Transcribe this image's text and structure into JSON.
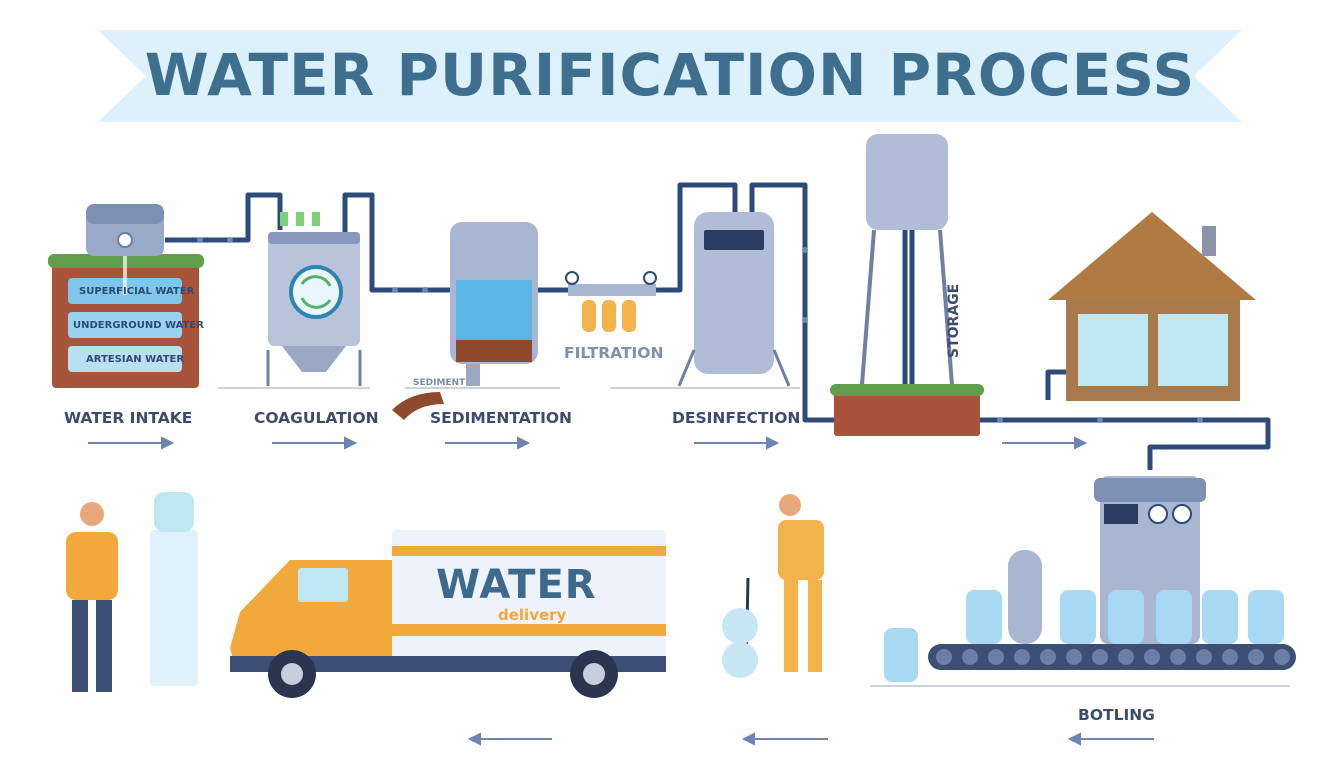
{
  "title": "WATER PURIFICATION PROCESS",
  "steps": {
    "intake": "WATER INTAKE",
    "coagulation": "COAGULATION",
    "sedimentation": "SEDIMENTATION",
    "filtration": "FILTRATION",
    "disinfection": "DESINFECTION",
    "storage": "STORAGE",
    "bottling": "BOTLING"
  },
  "water_sources": [
    "SUPERFICIAL WATER",
    "UNDERGROUND WATER",
    "ARTESIAN WATER"
  ],
  "sediment_label": "SEDIMENT",
  "truck": {
    "big": "WATER",
    "small": "delivery"
  },
  "colors": {
    "title": "#3e6f8f",
    "banner": "#dcf1fb",
    "pipe": "#2c4a7a",
    "label": "#3b4d6b",
    "accent": "#f2a93b"
  }
}
